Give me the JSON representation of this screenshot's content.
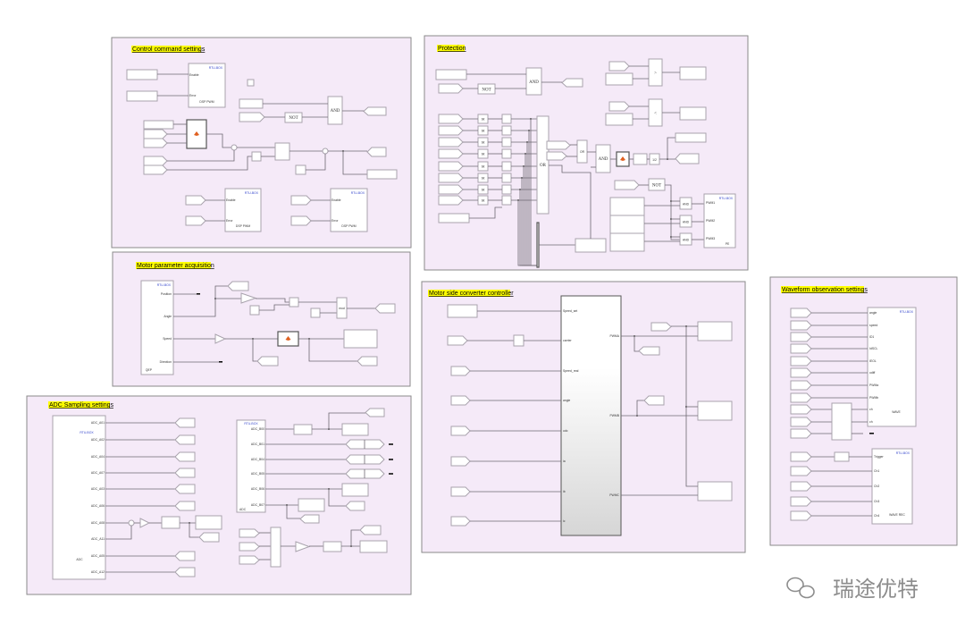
{
  "panels": {
    "control": "Control command settings",
    "protection": "Protection",
    "motor_param": "Motor parameter acquisition",
    "motor_side": "Motor side converter controller",
    "adc": "ADC Sampling settings",
    "waveform": "Waveform observation settings"
  },
  "blocks": {
    "rtu_box": "RTU-BOX",
    "enable": "Enable",
    "error": "Error",
    "dsp_pwm": "DSP PWM",
    "not": "NOT",
    "and": "AND",
    "or": "OR",
    "gt": ">",
    "lt": "<",
    "bit": "bit",
    "mod": "mod",
    "half": "1/2"
  },
  "protection": {
    "rtu_ports": [
      "PWM1",
      "PWM2",
      "PWM3"
    ],
    "rtu_name": "PE"
  },
  "motor_param": {
    "ports": [
      "Position",
      "Angle",
      "Speed",
      "Direction"
    ],
    "block_name": "QEP"
  },
  "motor_side": {
    "inputs": [
      "Speed_set",
      "carrier",
      "Speed_real",
      "angle",
      "udc",
      "ia",
      "ib",
      "ic"
    ],
    "outputs": [
      "PWMA",
      "PWMB",
      "PWMC"
    ]
  },
  "adc": {
    "block1_ports": [
      "ADC_A01",
      "ADC_A02",
      "ADC_A04",
      "ADC_A07",
      "ADC_A03",
      "ADC_A06",
      "ADC_A08",
      "ADC_A11",
      "ADC_A05",
      "ADC_A12"
    ],
    "block2_ports": [
      "ADC_B00",
      "ADC_B01",
      "ADC_B04",
      "ADC_B05",
      "ADC_B06",
      "ADC_B07"
    ],
    "block_name": "ADC"
  },
  "waveform": {
    "scope_ports": [
      "angle",
      "speed",
      "ID1",
      "IdSCL",
      "IEOL",
      "udiff",
      "PWMa",
      "PWMb",
      "ch",
      "ch"
    ],
    "scope_name": "WAVE",
    "rec_ports": [
      "Trigger",
      "Ch1",
      "Ch2",
      "Ch3",
      "Ch4"
    ],
    "rec_name": "WAVE REC"
  },
  "watermark": "瑞途优特",
  "colors": {
    "panel_fill": "#f5eaf8",
    "title_highlight": "#ffff00",
    "rtu_label": "#3344cc"
  }
}
